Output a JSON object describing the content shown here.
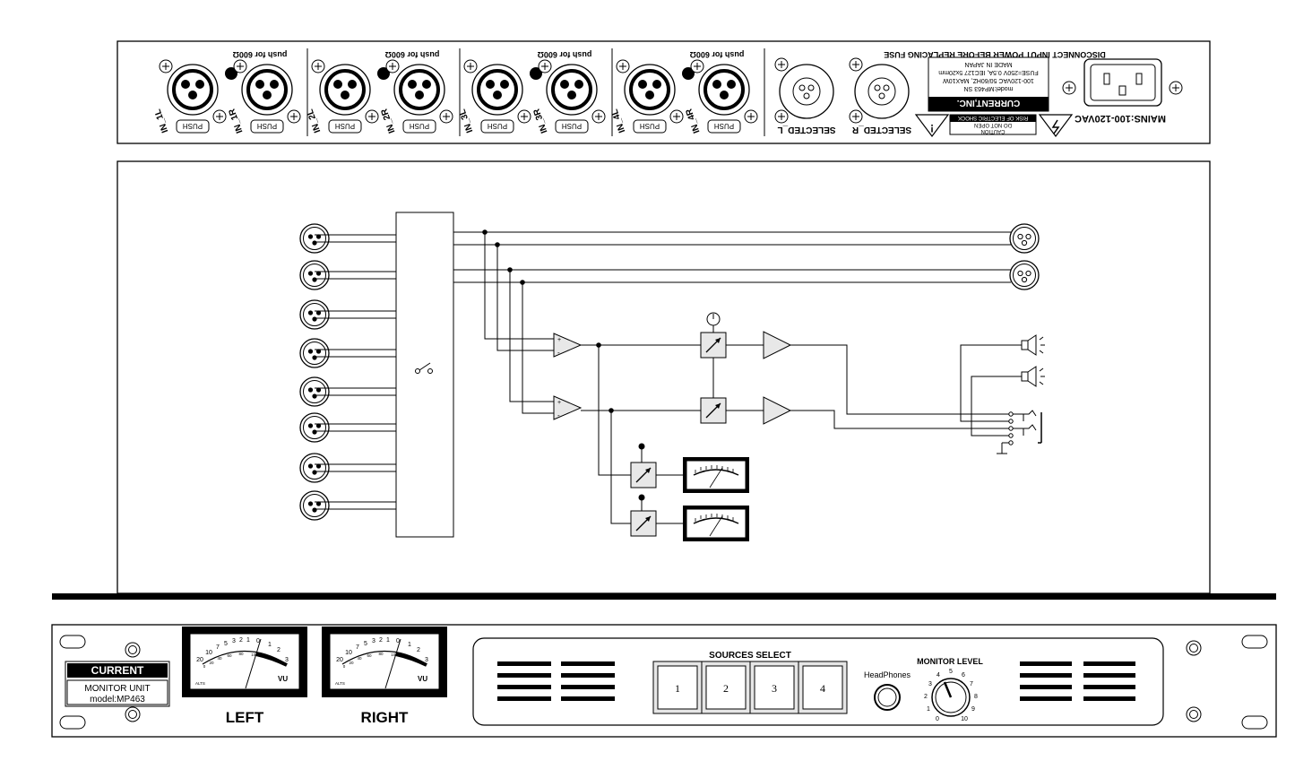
{
  "rear_panel": {
    "disconnect_warning": "DISCONNECT INPUT POWER BEFORE REPLACING FUSE",
    "mains_label": "MAINS:100-120VAC",
    "brand": "CURRENT,INC.",
    "model_sn": "model:MP463 SN",
    "power_rating": "100-120VAC 50/60HZ, MAX10W",
    "fuse_rating": "FUSE=250V 0.5A, IEC127 5x20mm",
    "origin": "MADE IN JAPAN",
    "caution_title": "CAUTION",
    "caution_line1": "RISK OF ELECTRIC SHOCK",
    "caution_line2": "DO NOT OPEN",
    "selected_l": "SELECTED_L",
    "selected_r": "SELECTED_R",
    "push_label": "PUSH",
    "push_for_600": "push for 600Ω",
    "inputs": [
      {
        "left": "IN_1L",
        "right": "IN_1R"
      },
      {
        "left": "IN_2L",
        "right": "IN_2R"
      },
      {
        "left": "IN_3L",
        "right": "IN_3R"
      },
      {
        "left": "IN_4L",
        "right": "IN_4R"
      }
    ]
  },
  "front_panel": {
    "brand": "CURRENT",
    "unit_name": "MONITOR UNIT",
    "model": "model:MP463",
    "meter_left_label": "LEFT",
    "meter_right_label": "RIGHT",
    "vu_text": "VU",
    "meter_maker": "ALTS",
    "meter_scale_top": [
      "20",
      "10",
      "7",
      "5",
      "3",
      "2",
      "1",
      "0",
      "1",
      "2",
      "3"
    ],
    "meter_scale_pct": [
      "0",
      "20",
      "40",
      "60",
      "80",
      "100"
    ],
    "sources_select_label": "SOURCES SELECT",
    "source_buttons": [
      "1",
      "2",
      "3",
      "4"
    ],
    "headphones_label": "HeadPhones",
    "monitor_level_label": "MONITOR LEVEL",
    "knob_scale": [
      "0",
      "1",
      "2",
      "3",
      "4",
      "5",
      "6",
      "7",
      "8",
      "9",
      "10"
    ]
  }
}
